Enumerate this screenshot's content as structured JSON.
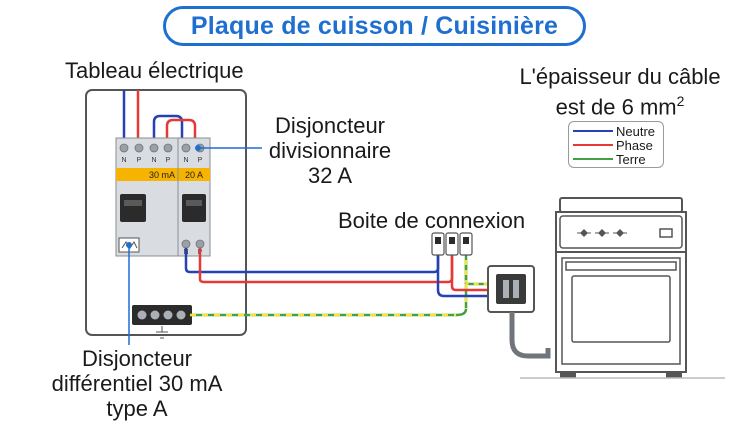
{
  "title": "Plaque de cuisson / Cuisinière",
  "labels": {
    "tableau": "Tableau électrique",
    "cable_line1": "L'épaisseur du câble",
    "cable_line2": "est de 6 mm",
    "cable_sup": "2",
    "disj_div_line1": "Disjoncteur",
    "disj_div_line2": "divisionnaire",
    "disj_div_line3": "32 A",
    "boite": "Boite de connexion",
    "disj_diff_line1": "Disjoncteur",
    "disj_diff_line2": "différentiel 30 mA",
    "disj_diff_line3": "type A"
  },
  "legend": [
    {
      "label": "Neutre",
      "color": "#2541b2"
    },
    {
      "label": "Phase",
      "color": "#e53935"
    },
    {
      "label": "Terre",
      "color": "#43a047"
    }
  ],
  "breakers": {
    "differential_rating": "30 mA",
    "divisional_rating": "20 A",
    "terminal_n": "N",
    "terminal_p": "P"
  },
  "colors": {
    "accent": "#1f6fd1",
    "breaker_band": "#f6b400",
    "neutral": "#2541b2",
    "phase": "#e53935",
    "earth": "#43a047",
    "earth_stripe": "#f2e43a"
  }
}
